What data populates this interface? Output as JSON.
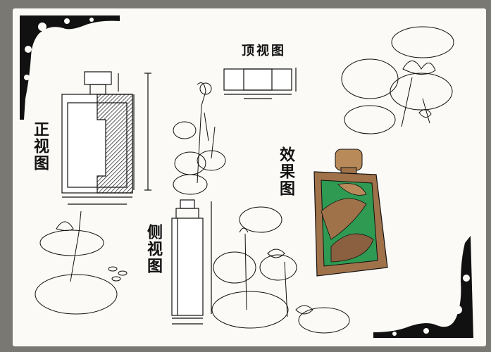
{
  "labels": {
    "front_view": "正视图",
    "top_view": "顶视图",
    "side_view": "侧视图",
    "effect_view": "效果图"
  },
  "colors": {
    "ink": "#111111",
    "paper": "#fbfaf6",
    "background": "#7a7873",
    "wood": "#a0724a",
    "glass_green": "#2f9a52",
    "cap_wood": "#b88a5a"
  },
  "icons": {
    "corner_top_left": "ornament-icon",
    "corner_bottom_right": "ornament-icon"
  }
}
